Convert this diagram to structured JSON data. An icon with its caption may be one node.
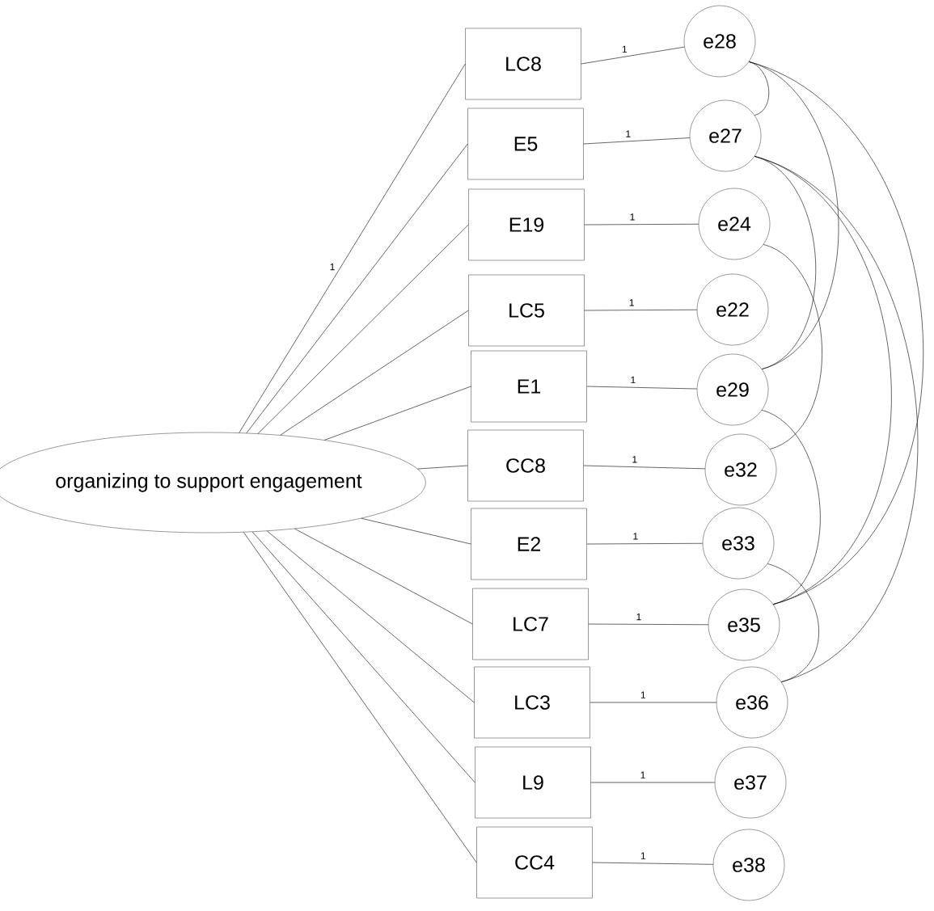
{
  "diagram": {
    "nodes": [
      {
        "text": [
          "organizing to support engagement"
        ]
      },
      {
        "text": [
          "LC8"
        ]
      },
      {
        "text": [
          "E5"
        ]
      },
      {
        "text": [
          "E19"
        ]
      },
      {
        "text": [
          "LC5"
        ]
      },
      {
        "text": [
          "E1"
        ]
      },
      {
        "text": [
          "CC8"
        ]
      },
      {
        "text": [
          "E2"
        ]
      },
      {
        "text": [
          "LC7"
        ]
      },
      {
        "text": [
          "LC3"
        ]
      },
      {
        "text": [
          "L9"
        ]
      },
      {
        "text": [
          "CC4"
        ]
      },
      {
        "text": [
          "e28"
        ]
      },
      {
        "text": [
          "e27"
        ]
      },
      {
        "text": [
          "e24"
        ]
      },
      {
        "text": [
          "e22"
        ]
      },
      {
        "text": [
          "e29"
        ]
      },
      {
        "text": [
          "e32"
        ]
      },
      {
        "text": [
          "e33"
        ]
      },
      {
        "text": [
          "e35"
        ]
      },
      {
        "text": [
          "e36"
        ]
      },
      {
        "text": [
          "e37"
        ]
      },
      {
        "text": [
          "e38"
        ]
      }
    ],
    "edges": [
      {
        "from": 0,
        "to": 1,
        "arrow": "none",
        "label": "1"
      },
      {
        "from": 0,
        "to": 2,
        "arrow": "none"
      },
      {
        "from": 0,
        "to": 3,
        "arrow": "none"
      },
      {
        "from": 0,
        "to": 4,
        "arrow": "none"
      },
      {
        "from": 0,
        "to": 5,
        "arrow": "none"
      },
      {
        "from": 0,
        "to": 6,
        "arrow": "none"
      },
      {
        "from": 0,
        "to": 7,
        "arrow": "none"
      },
      {
        "from": 0,
        "to": 8,
        "arrow": "none"
      },
      {
        "from": 0,
        "to": 9,
        "arrow": "none"
      },
      {
        "from": 0,
        "to": 10,
        "arrow": "none"
      },
      {
        "from": 0,
        "to": 11,
        "arrow": "none"
      },
      {
        "from": 12,
        "to": 1,
        "arrow": "none",
        "label": "1"
      },
      {
        "from": 13,
        "to": 2,
        "arrow": "none",
        "label": "1"
      },
      {
        "from": 14,
        "to": 3,
        "arrow": "none",
        "label": "1"
      },
      {
        "from": 15,
        "to": 4,
        "arrow": "none",
        "label": "1"
      },
      {
        "from": 16,
        "to": 5,
        "arrow": "none",
        "label": "1"
      },
      {
        "from": 17,
        "to": 6,
        "arrow": "none",
        "label": "1"
      },
      {
        "from": 18,
        "to": 7,
        "arrow": "none",
        "label": "1"
      },
      {
        "from": 19,
        "to": 8,
        "arrow": "none",
        "label": "1"
      },
      {
        "from": 20,
        "to": 9,
        "arrow": "none",
        "label": "1"
      },
      {
        "from": 21,
        "to": 10,
        "arrow": "none",
        "label": "1"
      },
      {
        "from": 22,
        "to": 11,
        "arrow": "none",
        "label": "1"
      },
      {
        "from": 12,
        "to": 13,
        "arrow": "none"
      },
      {
        "from": 12,
        "to": 16,
        "arrow": "none"
      },
      {
        "from": 12,
        "to": 19,
        "arrow": "none"
      },
      {
        "from": 13,
        "to": 16,
        "arrow": "none"
      },
      {
        "from": 13,
        "to": 19,
        "arrow": "none"
      },
      {
        "from": 13,
        "to": 20,
        "arrow": "none"
      },
      {
        "from": 14,
        "to": 17,
        "arrow": "none"
      },
      {
        "from": 16,
        "to": 19,
        "arrow": "none"
      },
      {
        "from": 18,
        "to": 20,
        "arrow": "none"
      }
    ]
  }
}
